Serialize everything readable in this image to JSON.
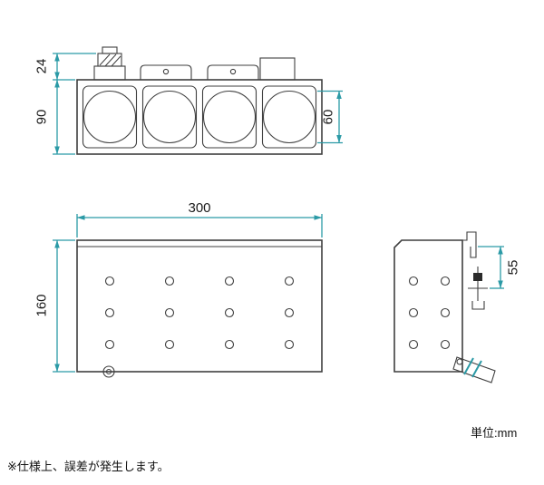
{
  "drawing": {
    "note": "※仕様上、誤差が発生します。",
    "unit_label": "単位:mm",
    "colors": {
      "dimension_line": "#2b9aa6",
      "outline": "#3f3f3f",
      "text": "#1a1a1a",
      "background": "#ffffff"
    },
    "front_view": {
      "dim_top_height": "24",
      "dim_body_height": "90",
      "dim_opening_height": "60"
    },
    "plan_view": {
      "dim_width": "300",
      "dim_depth": "160"
    },
    "side_view": {
      "dim_bracket_height": "55"
    }
  }
}
